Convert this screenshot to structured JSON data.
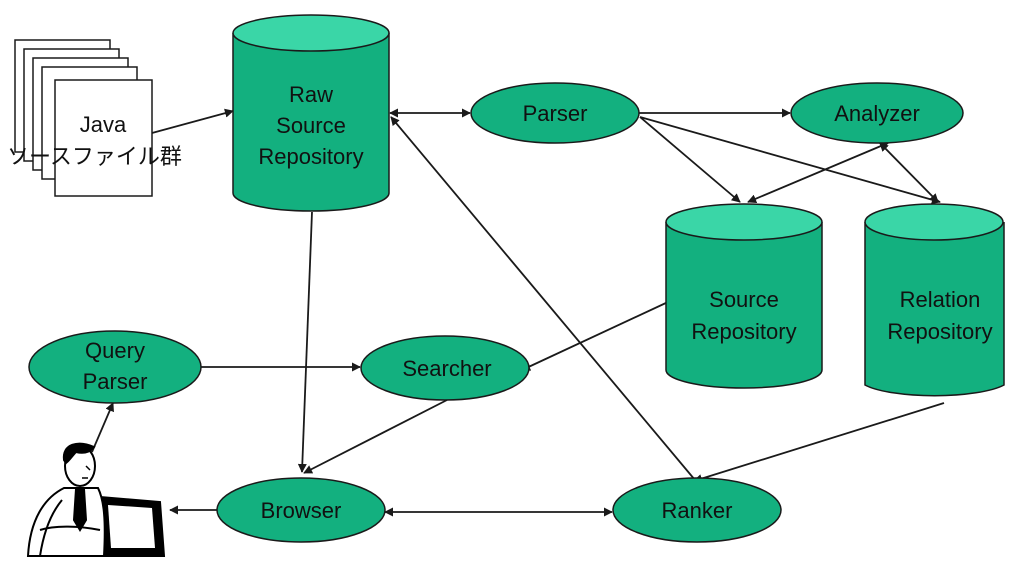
{
  "colors": {
    "node_fill": "#13b07f",
    "node_top": "#3ad6a7",
    "stroke": "#1a1a1a",
    "text": "#111111",
    "background": "#ffffff"
  },
  "source_files": {
    "line1": "Java",
    "line2": "ソースファイル群"
  },
  "raw_source_repository": {
    "line1": "Raw",
    "line2": "Source",
    "line3": "Repository"
  },
  "parser": {
    "label": "Parser"
  },
  "analyzer": {
    "label": "Analyzer"
  },
  "source_repository": {
    "line1": "Source",
    "line2": "Repository"
  },
  "relation_repository": {
    "line1": "Relation",
    "line2": "Repository"
  },
  "query_parser": {
    "line1": "Query",
    "line2": "Parser"
  },
  "searcher": {
    "label": "Searcher"
  },
  "browser": {
    "label": "Browser"
  },
  "ranker": {
    "label": "Ranker"
  },
  "user": {
    "icon": "person-at-computer-icon"
  }
}
